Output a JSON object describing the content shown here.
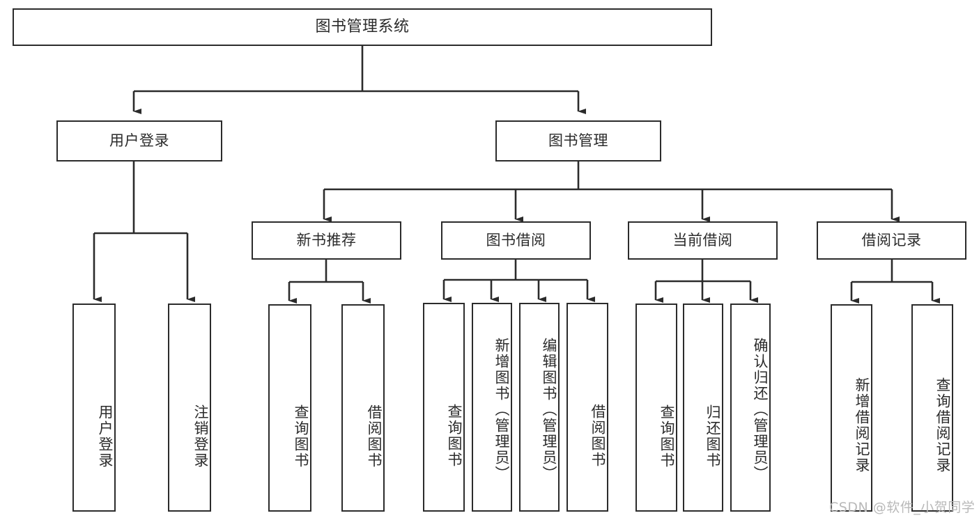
{
  "diagram": {
    "type": "tree-hierarchy",
    "title": "图书管理系统",
    "watermark": "CSDN @软件_小贺同学",
    "colors": {
      "box_border": "#2b2b2b",
      "box_fill": "#ffffff",
      "connector": "#2b2b2b",
      "background": "#ffffff",
      "watermark": "#b9b9b9"
    },
    "levels": {
      "root": {
        "label": "图书管理系统"
      },
      "level2": [
        {
          "label": "用户登录"
        },
        {
          "label": "图书管理"
        }
      ],
      "level3": [
        {
          "label": "新书推荐"
        },
        {
          "label": "图书借阅"
        },
        {
          "label": "当前借阅"
        },
        {
          "label": "借阅记录"
        }
      ],
      "leaves": {
        "user_login": [
          {
            "label": "用户登录"
          },
          {
            "label": "注销登录"
          }
        ],
        "new_book_recommend": [
          {
            "label": "查询图书"
          },
          {
            "label": "借阅图书"
          }
        ],
        "book_borrow": [
          {
            "label": "查询图书"
          },
          {
            "label": "新增图书（管理员）"
          },
          {
            "label": "编辑图书（管理员）"
          },
          {
            "label": "借阅图书"
          }
        ],
        "current_borrow": [
          {
            "label": "查询图书"
          },
          {
            "label": "归还图书"
          },
          {
            "label": "确认归还（管理员）"
          }
        ],
        "borrow_record": [
          {
            "label": "新增借阅记录"
          },
          {
            "label": "查询借阅记录"
          }
        ]
      }
    }
  }
}
